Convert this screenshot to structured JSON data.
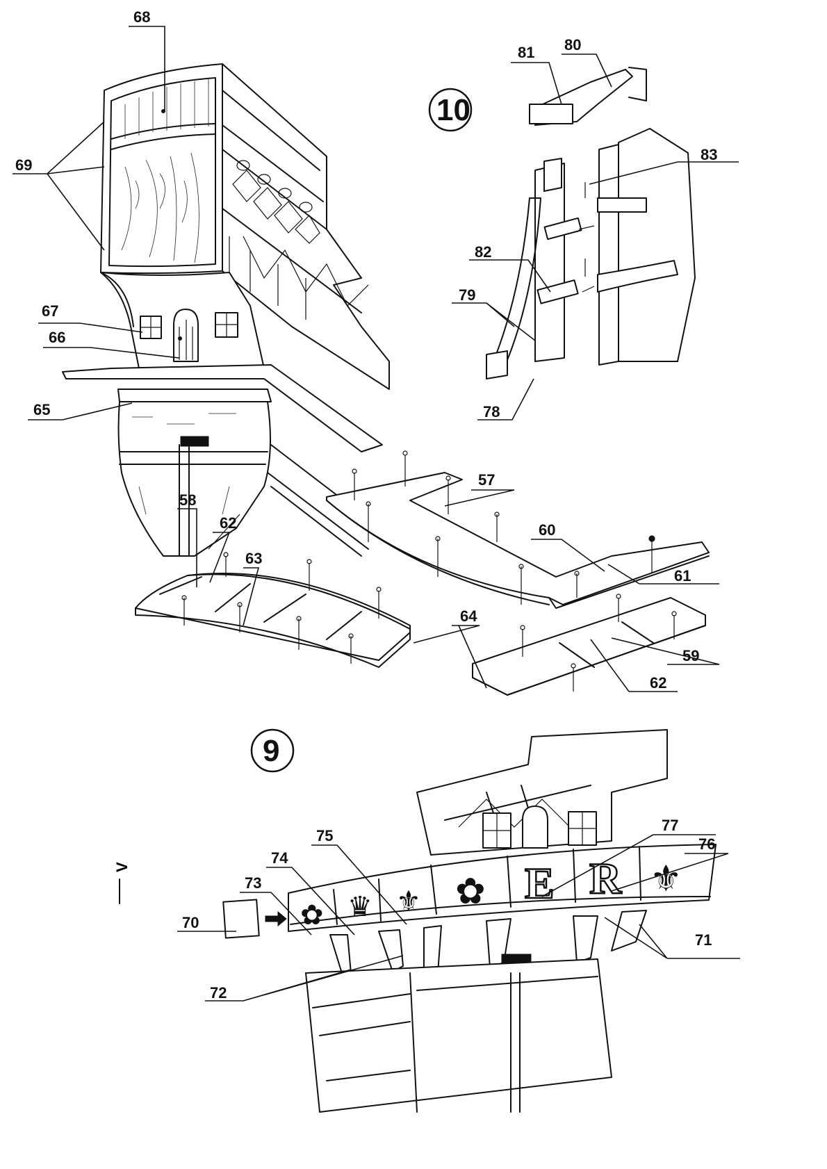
{
  "document": {
    "type": "ship model assembly diagram",
    "figures": [
      {
        "id": "figure-10",
        "number": "10",
        "description": "Rudder assembly with pintles and gudgeons; tiller",
        "callouts": [
          "78",
          "79",
          "80",
          "81",
          "82",
          "83"
        ]
      },
      {
        "id": "figure-main",
        "number": "",
        "description": "Stern galleries, quarter gallery and platforms",
        "callouts": [
          "57",
          "58",
          "59",
          "60",
          "61",
          "62",
          "63",
          "64",
          "65",
          "66",
          "67",
          "68",
          "69"
        ]
      },
      {
        "id": "figure-9",
        "number": "9",
        "description": "Stern transom decoration with carved panels",
        "callouts": [
          "70",
          "71",
          "72",
          "73",
          "74",
          "75",
          "76",
          "77"
        ]
      }
    ]
  },
  "labels": {
    "c57": "57",
    "c58": "58",
    "c59": "59",
    "c60": "60",
    "c61": "61",
    "c62a": "62",
    "c62b": "62",
    "c63": "63",
    "c64": "64",
    "c65": "65",
    "c66": "66",
    "c67": "67",
    "c68": "68",
    "c69": "69",
    "c70": "70",
    "c71": "71",
    "c72": "72",
    "c73": "73",
    "c74": "74",
    "c75": "75",
    "c76": "76",
    "c77": "77",
    "c78": "78",
    "c79": "79",
    "c80": "80",
    "c81": "81",
    "c82": "82",
    "c83": "83",
    "fig9": "9",
    "fig10": "10"
  },
  "panel_decorations": {
    "letters": [
      "E",
      "R"
    ],
    "emblems": [
      "rose",
      "crown",
      "fleur-de-lis",
      "rose",
      "fleur-de-lis"
    ]
  },
  "margin_mark": "V"
}
